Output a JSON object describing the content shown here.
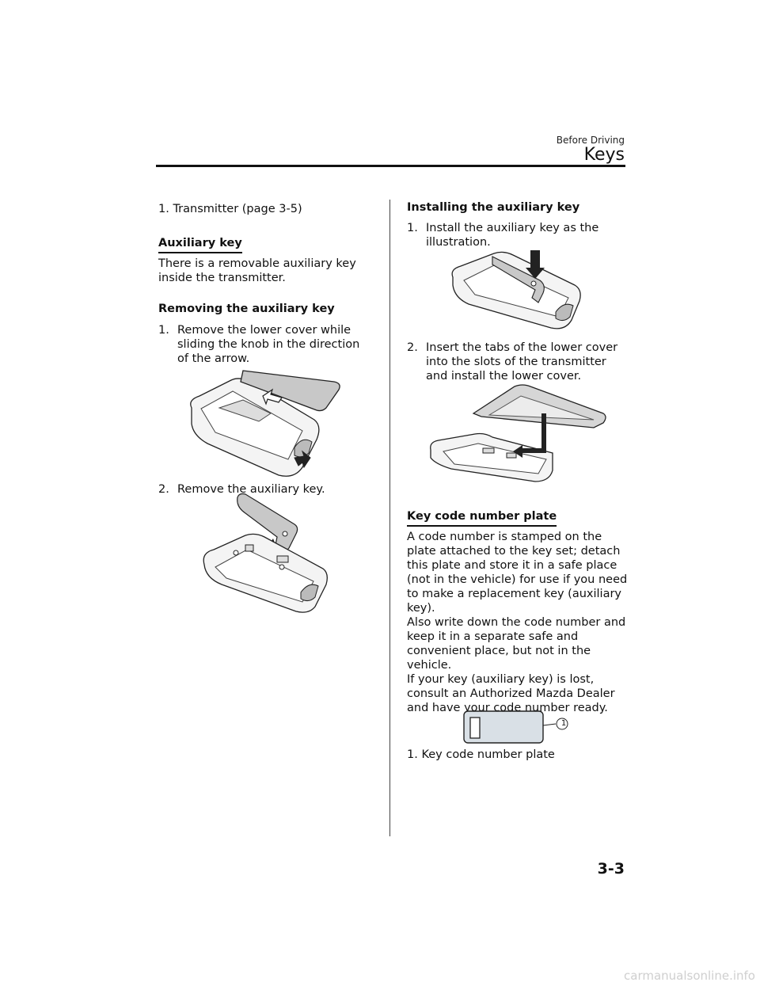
{
  "header": {
    "section": "Before Driving",
    "chapter": "Keys"
  },
  "left": {
    "callout_item": "1.  Transmitter (page 3-5)",
    "auxiliary_heading": "Auxiliary key",
    "auxiliary_text": "There is a removable auxiliary key inside the transmitter.",
    "removing_heading": "Removing the auxiliary key",
    "removing_step1_num": "1.",
    "removing_step1": "Remove the lower cover while sliding the knob in the direction of the arrow.",
    "removing_step2_num": "2.",
    "removing_step2": "Remove the auxiliary key."
  },
  "right": {
    "installing_heading": "Installing the auxiliary key",
    "installing_step1_num": "1.",
    "installing_step1": "Install the auxiliary key as the illustration.",
    "installing_step2_num": "2.",
    "installing_step2": "Insert the tabs of the lower cover into the slots of the transmitter and install the lower cover.",
    "plate_heading": "Key code number plate",
    "plate_text_1": "A code number is stamped on the plate attached to the key set; detach this plate and store it in a safe place (not in the vehicle) for use if you need to make a replacement key (auxiliary key).",
    "plate_text_2": "Also write down the code number and keep it in a separate safe and convenient place, but not in the vehicle.",
    "plate_text_3": "If your key (auxiliary key) is lost, consult an Authorized Mazda Dealer and have your code number ready.",
    "plate_callout_marker": "1",
    "plate_caption": "1.  Key code number plate"
  },
  "footer": {
    "page_number": "3-3",
    "watermark": "carmanualsonline.info"
  }
}
